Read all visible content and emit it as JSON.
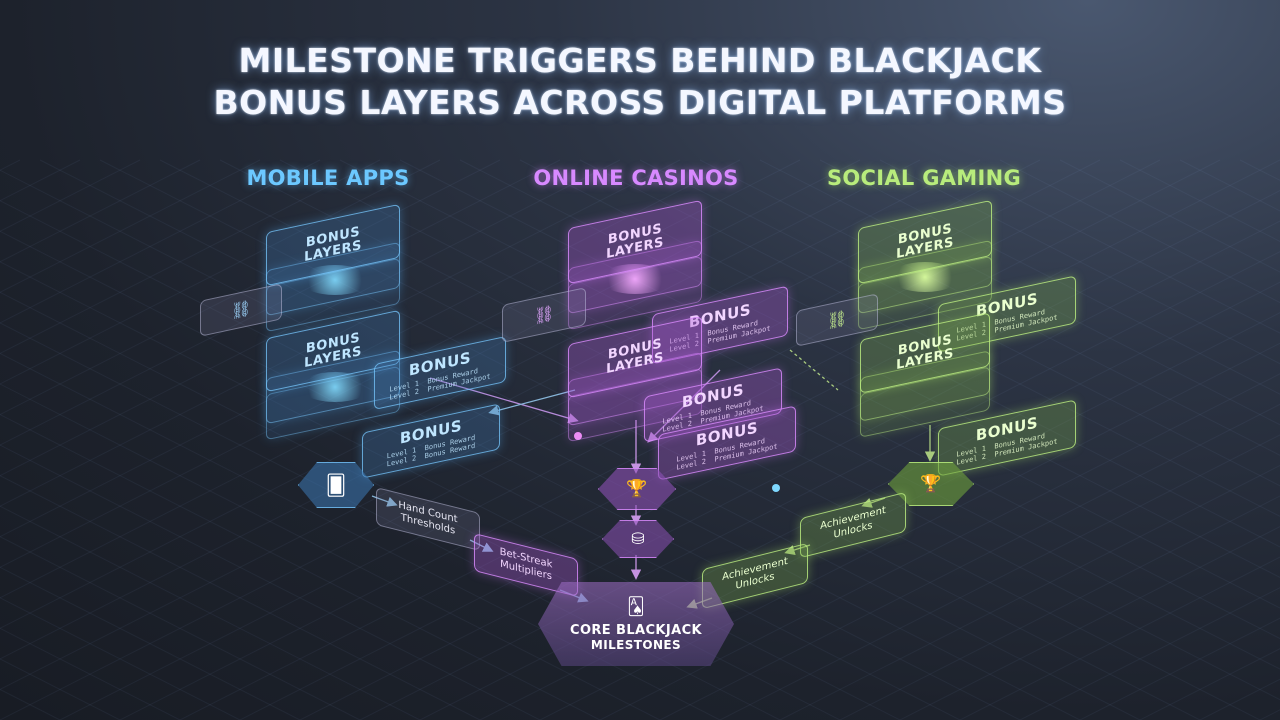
{
  "title_line1": "MILESTONE TRIGGERS BEHIND BLACKJACK",
  "title_line2": "BONUS LAYERS ACROSS DIGITAL PLATFORMS",
  "columns": {
    "mobile": {
      "label": "MOBILE APPS",
      "color": "#6cc8ff"
    },
    "online": {
      "label": "ONLINE CASINOS",
      "color": "#d889ff"
    },
    "social": {
      "label": "SOCIAL GAMING",
      "color": "#b8ec7c"
    }
  },
  "stack_label": "BONUS\nLAYERS",
  "bonus_title": "BONUS",
  "bonus_lines": {
    "mobile_a": "Level 1  Bonus Reward\nLevel 2  Premium Jackpot",
    "mobile_b": "Level 1  Bonus Reward\nLevel 2  Bonus Reward",
    "online_a": "Level 1  Bonus Reward\nLevel 2  Premium Jackpot",
    "online_b": "Level 1  Bonus Reward\nLevel 2  Premium Jackpot",
    "online_c": "Level 1  Bonus Reward\nLevel 2  Premium Jackpot",
    "social_a": "Level 1  Bonus Reward\nLevel 2  Premium Jackpot",
    "social_b": "Level 1  Bonus Reward\nLevel 2  Premium Jackpot"
  },
  "triggers": {
    "hand_count": "Hand Count\nThresholds",
    "bet_streak": "Bet-Streak\nMultipliers",
    "achievement_1": "Achievement\nUnlocks",
    "achievement_2": "Achievement\nUnlocks"
  },
  "core": {
    "line1": "CORE BLACKJACK",
    "line2": "MILESTONES"
  },
  "icons": {
    "cards": "cards-icon",
    "chips": "chips-icon",
    "trophy": "trophy-icon",
    "link": "link-icon"
  }
}
